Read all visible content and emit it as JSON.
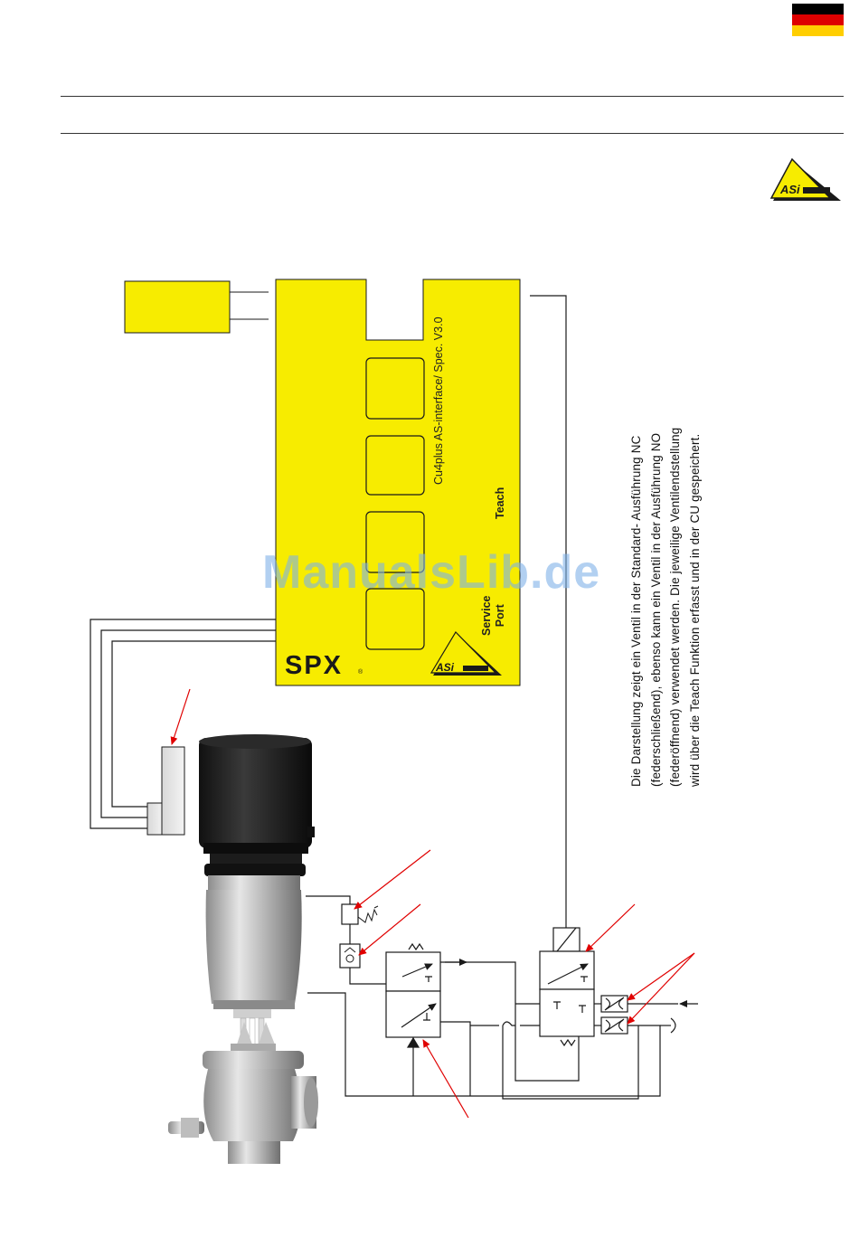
{
  "flag": {
    "colors": [
      "#000000",
      "#dd0000",
      "#ffce00"
    ]
  },
  "colors": {
    "yellow": "#f7ec00",
    "red": "#e00000",
    "line": "#1a1a1a"
  },
  "control_unit": {
    "spec_label": "Cu4plus AS-interface/ Spec. V3.0",
    "teach_label": "Teach",
    "service_label_line1": "Service",
    "service_label_line2": "Port",
    "brand": "SPX",
    "brand_mark": "®",
    "logo_icon": "as-interface-logo-icon"
  },
  "asi_logo": {
    "icon": "as-interface-logo-icon"
  },
  "description": {
    "lines": [
      "Die Darstellung zeigt ein Ventil in der Standard- Ausführung NC",
      "(federschließend), ebenso kann ein Ventil in der Ausführung NO",
      "(federöffnend) verwendet werden. Die jeweilige Ventilendstellung",
      "wird über die Teach Funktion  erfasst und in der CU gespeichert."
    ]
  },
  "watermark": "ManualsLib.de"
}
